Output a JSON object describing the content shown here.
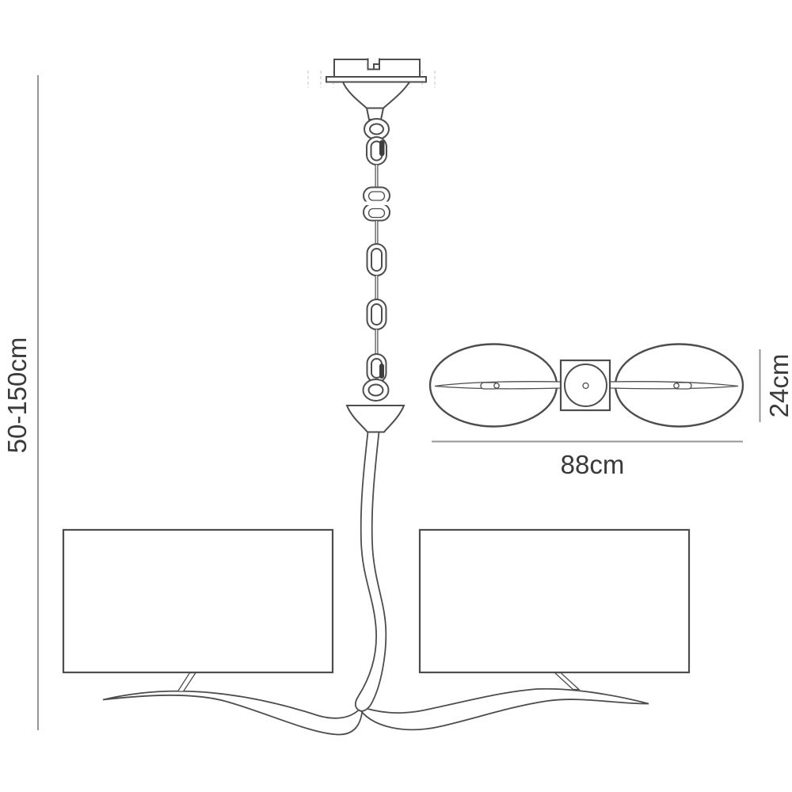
{
  "dimensions": {
    "height": "50-150cm",
    "depth": "24cm",
    "width": "88cm"
  },
  "colors": {
    "background": "#ffffff",
    "outline": "#4d4d4d",
    "dimension_line": "#969696",
    "label_text": "#3a3a3a",
    "construction_tick": "#cfcfcf"
  }
}
